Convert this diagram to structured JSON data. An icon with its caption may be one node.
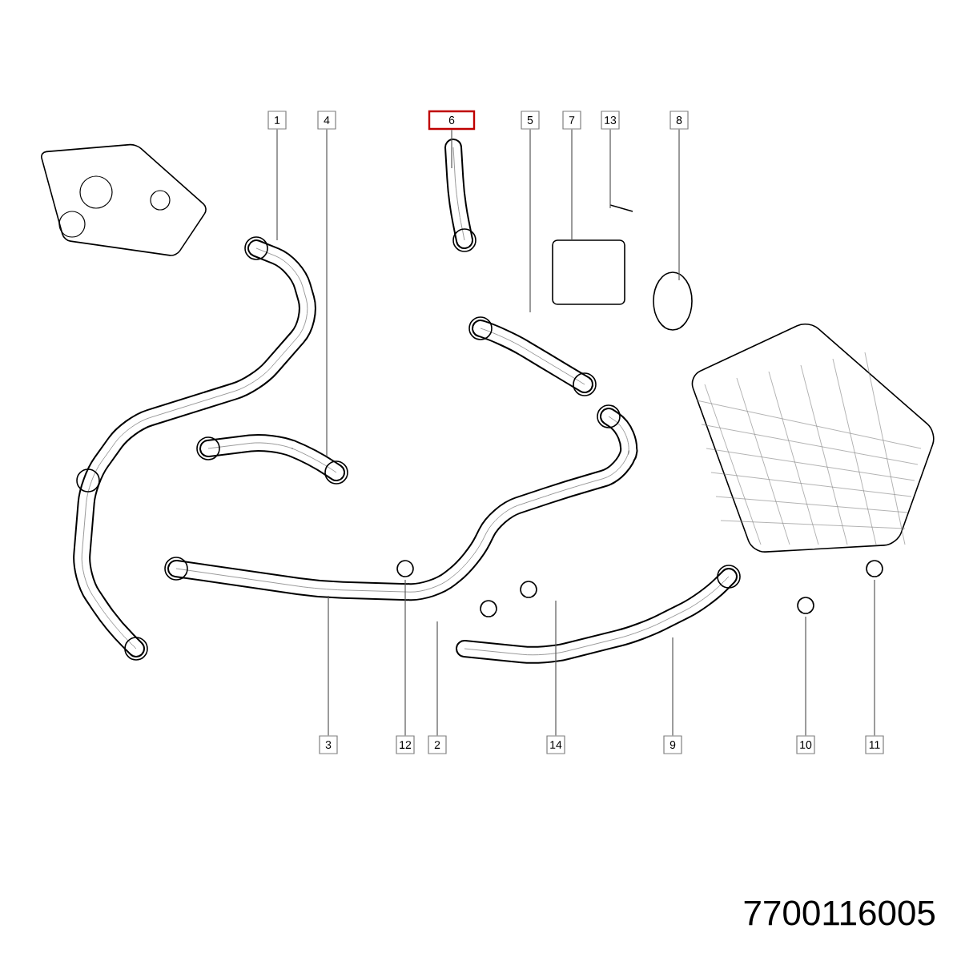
{
  "diagram": {
    "nodes": [
      {
        "text": [
          "1"
        ]
      },
      {
        "text": [
          "4"
        ]
      },
      {
        "text": [
          "6"
        ]
      },
      {
        "text": [
          "5"
        ]
      },
      {
        "text": [
          "7"
        ]
      },
      {
        "text": [
          "13"
        ]
      },
      {
        "text": [
          "8"
        ]
      },
      {
        "text": [
          "3"
        ]
      },
      {
        "text": [
          "12"
        ]
      },
      {
        "text": [
          "2"
        ]
      },
      {
        "text": [
          "14"
        ]
      },
      {
        "text": [
          "9"
        ]
      },
      {
        "text": [
          "10"
        ]
      },
      {
        "text": [
          "11"
        ]
      }
    ],
    "edges": [
      {
        "from": 0,
        "to": null,
        "arrow": "none"
      },
      {
        "from": 1,
        "to": null,
        "arrow": "none"
      },
      {
        "from": 2,
        "to": null,
        "arrow": "none"
      },
      {
        "from": 3,
        "to": null,
        "arrow": "none"
      },
      {
        "from": 4,
        "to": null,
        "arrow": "none"
      },
      {
        "from": 5,
        "to": null,
        "arrow": "none"
      },
      {
        "from": 6,
        "to": null,
        "arrow": "none"
      },
      {
        "from": 7,
        "to": null,
        "arrow": "none"
      },
      {
        "from": 8,
        "to": null,
        "arrow": "none"
      },
      {
        "from": 9,
        "to": null,
        "arrow": "none"
      },
      {
        "from": 10,
        "to": null,
        "arrow": "none"
      },
      {
        "from": 11,
        "to": null,
        "arrow": "none"
      },
      {
        "from": 12,
        "to": null,
        "arrow": "none"
      },
      {
        "from": 13,
        "to": null,
        "arrow": "none"
      }
    ],
    "labels": [
      "7700116005"
    ]
  }
}
